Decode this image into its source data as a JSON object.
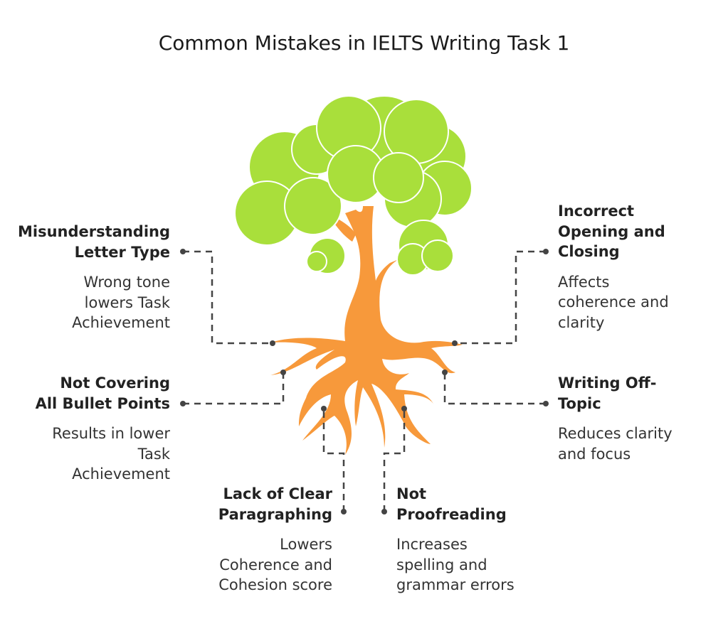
{
  "title": "Common Mistakes in IELTS Writing Task 1",
  "colors": {
    "foliage": "#a9df3b",
    "trunk": "#f7993b",
    "connector": "#444444"
  },
  "mistakes": [
    {
      "heading": "Misunderstanding\nLetter Type",
      "description": "Wrong tone\nlowers Task\nAchievement"
    },
    {
      "heading": "Not Covering\nAll Bullet Points",
      "description": "Results in lower\nTask\nAchievement"
    },
    {
      "heading": "Lack of Clear\nParagraphing",
      "description": "Lowers\nCoherence and\nCohesion score"
    },
    {
      "heading": "Not\nProofreading",
      "description": "Increases\nspelling and\ngrammar errors"
    },
    {
      "heading": "Incorrect\nOpening and\nClosing",
      "description": "Affects\ncoherence and\nclarity"
    },
    {
      "heading": "Writing Off-\nTopic",
      "description": "Reduces clarity\nand focus"
    }
  ]
}
